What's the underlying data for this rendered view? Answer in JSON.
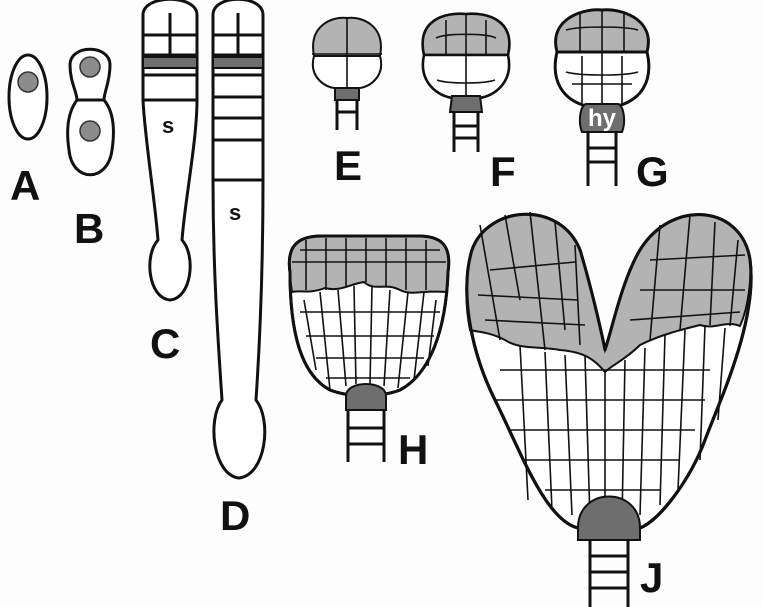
{
  "panels": {
    "a": "A",
    "b": "B",
    "c": "C",
    "d": "D",
    "e": "E",
    "f": "F",
    "g": "G",
    "h": "H",
    "j": "J"
  },
  "cell_labels": {
    "s_c": "s",
    "s_d": "s",
    "hy": "hy"
  },
  "colors": {
    "embryo_proper_light": "#b3b3b3",
    "hypophysis_dark": "#6e6e6e",
    "nucleus": "#8c8c8c",
    "cell_fill": "#ffffff",
    "outline": "#111111"
  }
}
